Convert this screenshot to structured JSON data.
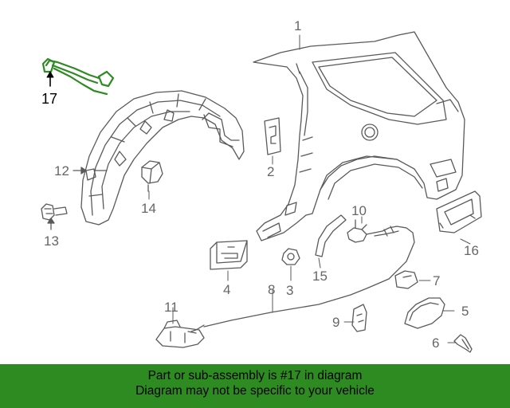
{
  "diagram": {
    "callouts": [
      {
        "id": "1",
        "label": "1"
      },
      {
        "id": "2",
        "label": "2"
      },
      {
        "id": "3",
        "label": "3"
      },
      {
        "id": "4",
        "label": "4"
      },
      {
        "id": "5",
        "label": "5"
      },
      {
        "id": "6",
        "label": "6"
      },
      {
        "id": "7",
        "label": "7"
      },
      {
        "id": "8",
        "label": "8"
      },
      {
        "id": "9",
        "label": "9"
      },
      {
        "id": "10",
        "label": "10"
      },
      {
        "id": "11",
        "label": "11"
      },
      {
        "id": "12",
        "label": "12"
      },
      {
        "id": "13",
        "label": "13"
      },
      {
        "id": "14",
        "label": "14"
      },
      {
        "id": "15",
        "label": "15"
      },
      {
        "id": "16",
        "label": "16"
      },
      {
        "id": "17",
        "label": "17"
      }
    ],
    "highlight_part": "17",
    "colors": {
      "line": "#5a5a5a",
      "highlight": "#2e8b22",
      "banner": "#2e8b22"
    }
  },
  "banner": {
    "line1": "Part or sub-assembly is #17 in diagram",
    "line2": "Diagram may not be specific to your vehicle"
  }
}
